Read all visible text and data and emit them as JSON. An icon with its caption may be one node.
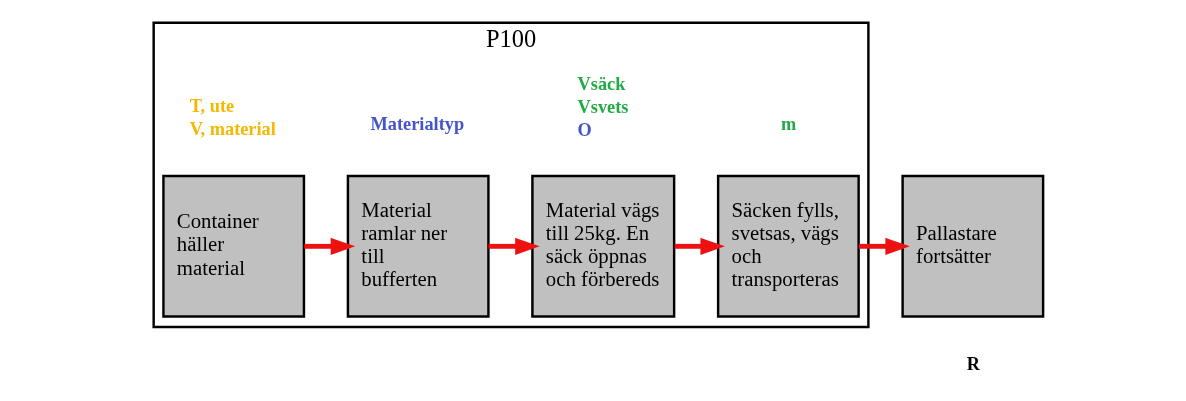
{
  "diagram": {
    "nodes": [
      {
        "text": [
          "P100"
        ]
      },
      {
        "text": [
          "Container häller material"
        ],
        "in": 0,
        "beside": [
          "T, ute",
          "V, material"
        ]
      },
      {
        "text": [
          "Material ramlar ner till bufferten"
        ],
        "in": 0,
        "beside": [
          "Materialtyp"
        ]
      },
      {
        "text": [
          "Material vägs till 25kg. En säck öppnas och förbereds"
        ],
        "in": 0,
        "beside": [
          "Vsäck",
          "Vsvets",
          "O"
        ]
      },
      {
        "text": [
          "Säcken fylls, svetsas, vägs och transporteras"
        ],
        "in": 0,
        "beside": [
          "m"
        ]
      },
      {
        "text": [
          "Pallastare fortsätter"
        ],
        "beside": [
          "R"
        ]
      }
    ],
    "edges": [
      {
        "from": 1,
        "to": 2,
        "arrow": "to"
      },
      {
        "from": 2,
        "to": 3,
        "arrow": "to"
      },
      {
        "from": 3,
        "to": 4,
        "arrow": "to"
      },
      {
        "from": 4,
        "to": 5,
        "arrow": "to"
      }
    ]
  }
}
